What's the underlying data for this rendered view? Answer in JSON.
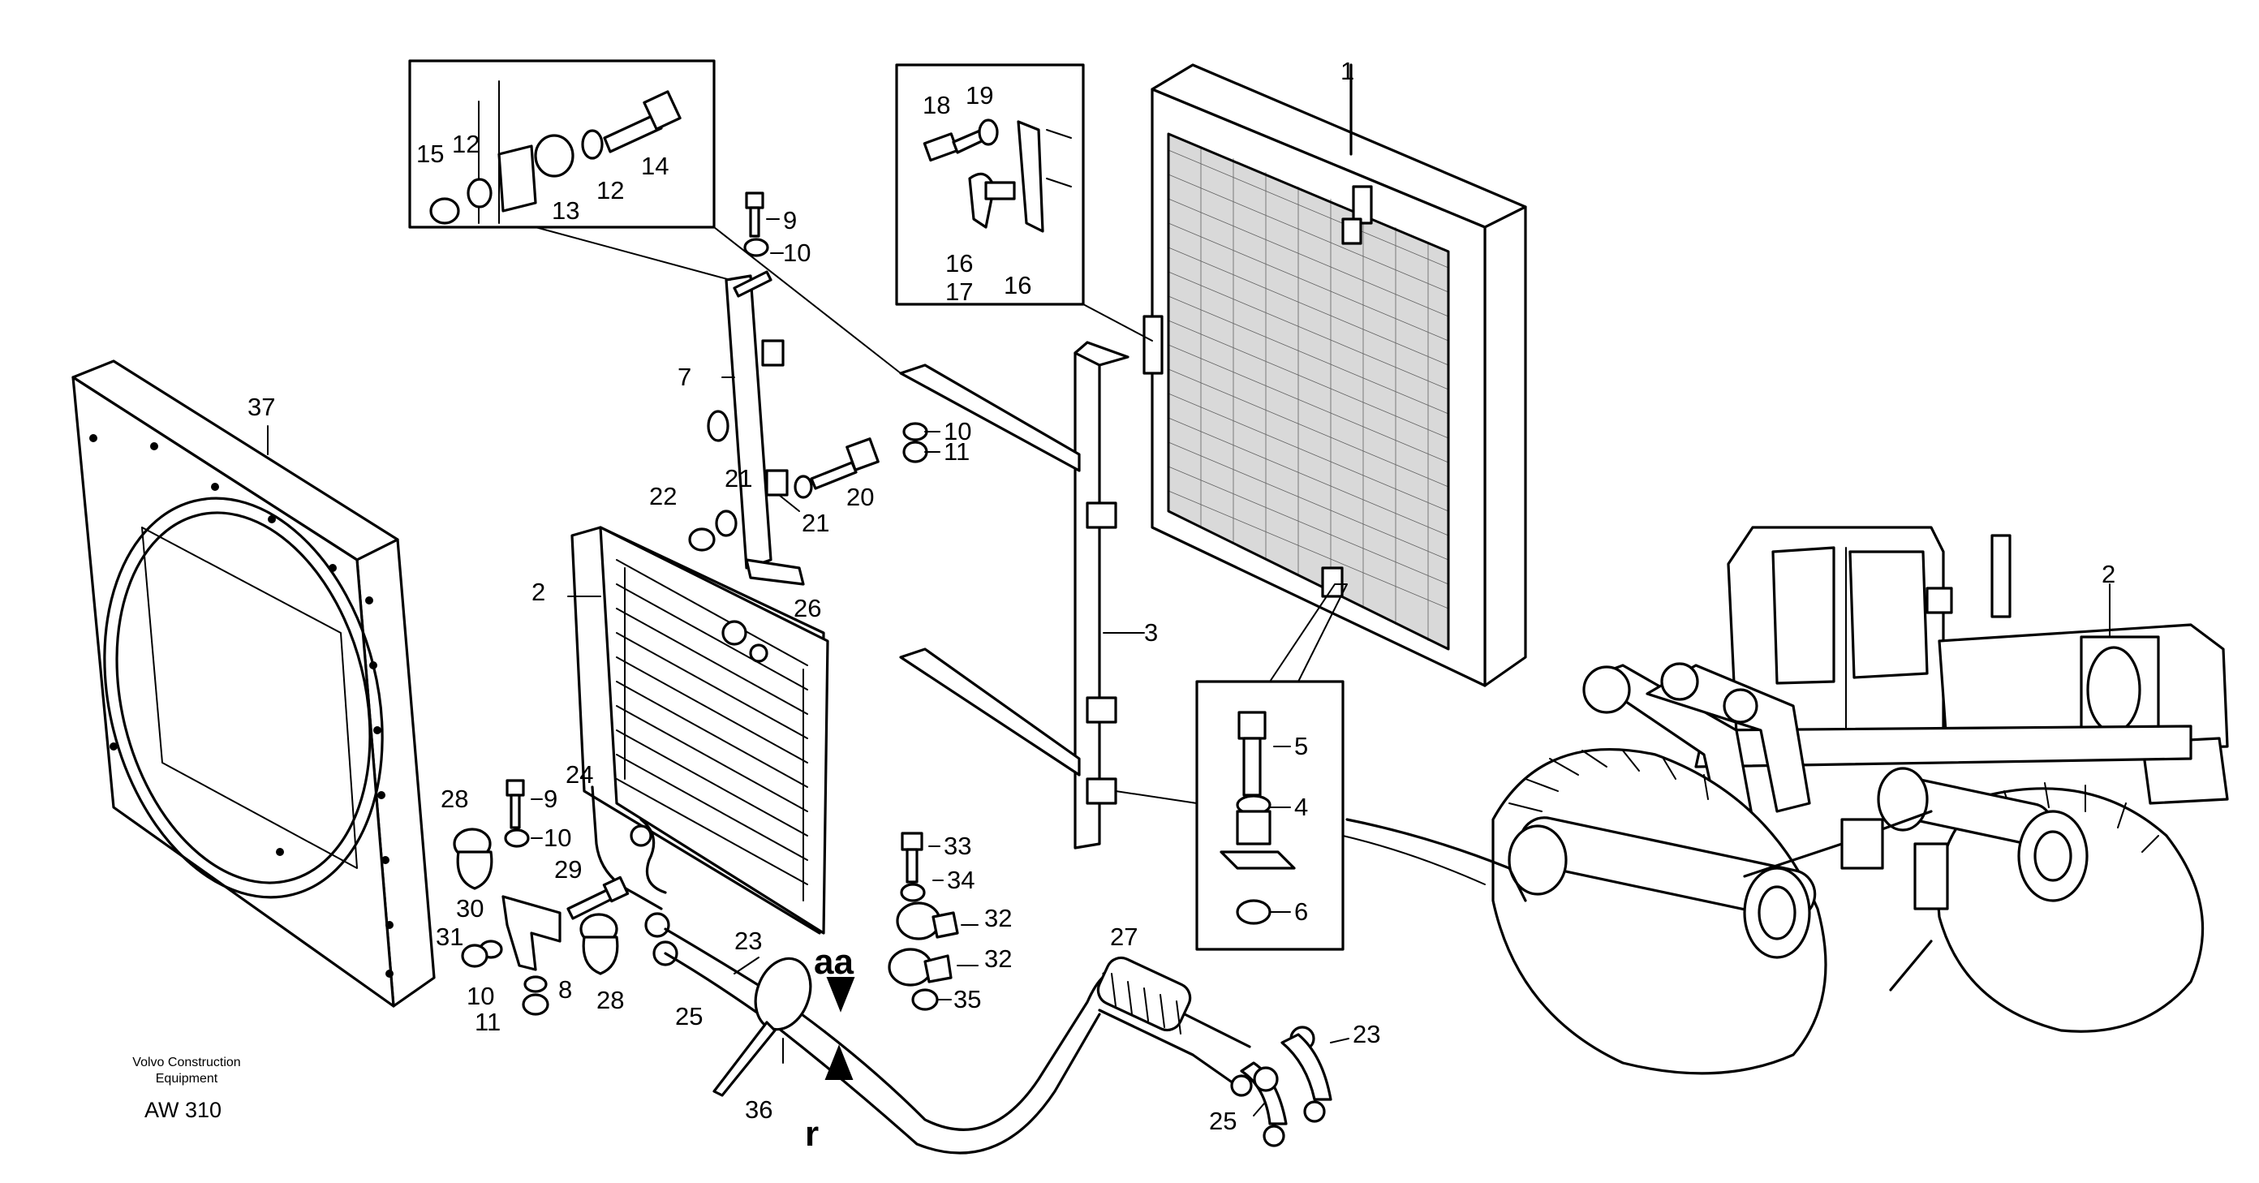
{
  "caption": {
    "company_line1": "Volvo Construction",
    "company_line2": "Equipment",
    "code": "AW 310"
  },
  "callouts": {
    "c1": "1",
    "c2a": "2",
    "c2b": "2",
    "c3": "3",
    "c4": "4",
    "c5": "5",
    "c6": "6",
    "c7": "7",
    "c8": "8",
    "c9a": "9",
    "c9b": "9",
    "c10a": "10",
    "c10b": "10",
    "c10c": "10",
    "c10d": "10",
    "c11a": "11",
    "c11b": "11",
    "c12a": "12",
    "c12b": "12",
    "c13": "13",
    "c14": "14",
    "c15": "15",
    "c16a": "16",
    "c16b": "16",
    "c17": "17",
    "c18": "18",
    "c19": "19",
    "c20": "20",
    "c21a": "21",
    "c21b": "21",
    "c22": "22",
    "c23a": "23",
    "c23b": "23",
    "c24": "24",
    "c25a": "25",
    "c25b": "25",
    "c26": "26",
    "c27": "27",
    "c28a": "28",
    "c28b": "28",
    "c29": "29",
    "c30": "30",
    "c31": "31",
    "c32a": "32",
    "c32b": "32",
    "c33": "33",
    "c34": "34",
    "c35": "35",
    "c36": "36",
    "c37": "37"
  },
  "arrow_labels": {
    "aa": "aa",
    "r": "r"
  }
}
